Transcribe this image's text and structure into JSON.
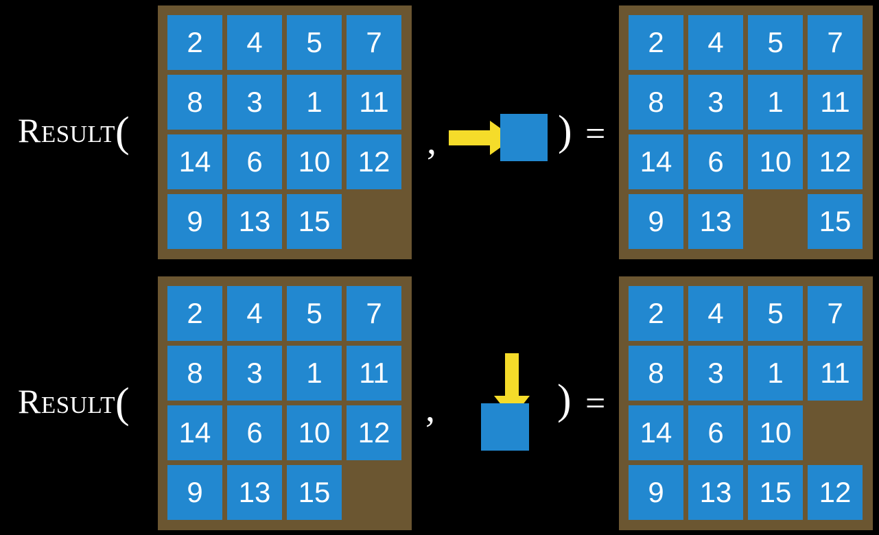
{
  "background_color": "#000000",
  "colors": {
    "board_frame": "#6b5631",
    "tile": "#2288d0",
    "tile_text": "#ffffff",
    "arrow": "#f5dc2a",
    "text": "#ffffff"
  },
  "rows": [
    {
      "label": "Result",
      "paren_open": "(",
      "comma": ",",
      "paren_close": ")",
      "equals": "=",
      "operand": {
        "arrow_direction": "right",
        "arrow_icon": "arrow-right-icon",
        "tile_label": ""
      },
      "input_board": {
        "rows": [
          [
            "2",
            "4",
            "5",
            "7"
          ],
          [
            "8",
            "3",
            "1",
            "11"
          ],
          [
            "14",
            "6",
            "10",
            "12"
          ],
          [
            "9",
            "13",
            "15",
            ""
          ]
        ]
      },
      "output_board": {
        "rows": [
          [
            "2",
            "4",
            "5",
            "7"
          ],
          [
            "8",
            "3",
            "1",
            "11"
          ],
          [
            "14",
            "6",
            "10",
            "12"
          ],
          [
            "9",
            "13",
            "",
            "15"
          ]
        ]
      }
    },
    {
      "label": "Result",
      "paren_open": "(",
      "comma": ",",
      "paren_close": ")",
      "equals": "=",
      "operand": {
        "arrow_direction": "down",
        "arrow_icon": "arrow-down-icon",
        "tile_label": ""
      },
      "input_board": {
        "rows": [
          [
            "2",
            "4",
            "5",
            "7"
          ],
          [
            "8",
            "3",
            "1",
            "11"
          ],
          [
            "14",
            "6",
            "10",
            "12"
          ],
          [
            "9",
            "13",
            "15",
            ""
          ]
        ]
      },
      "output_board": {
        "rows": [
          [
            "2",
            "4",
            "5",
            "7"
          ],
          [
            "8",
            "3",
            "1",
            "11"
          ],
          [
            "14",
            "6",
            "10",
            ""
          ],
          [
            "9",
            "13",
            "15",
            "12"
          ]
        ]
      }
    }
  ]
}
